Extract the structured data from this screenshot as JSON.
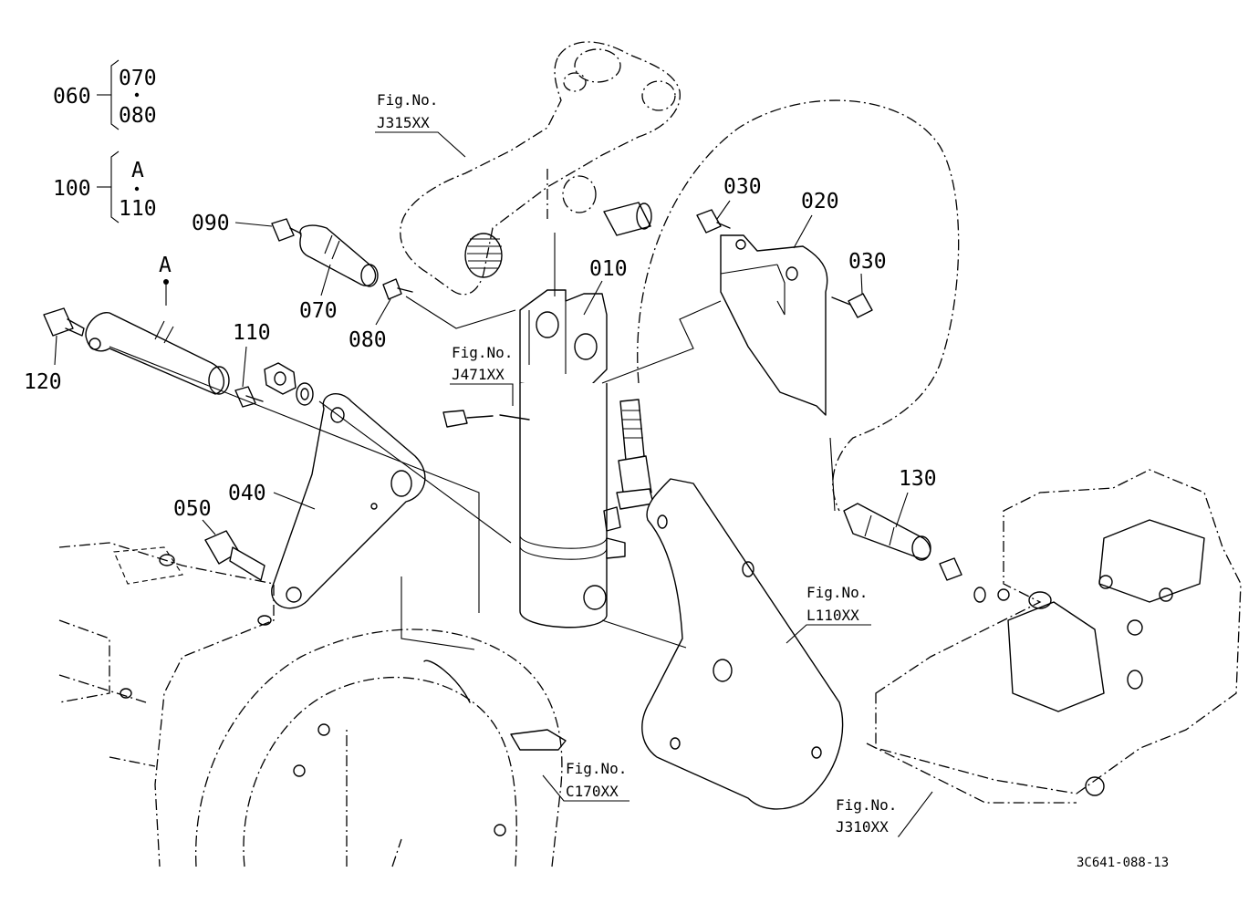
{
  "legend": {
    "group_060": {
      "number": "060",
      "members": [
        "070",
        "080"
      ]
    },
    "group_100": {
      "number": "100",
      "members": [
        "A",
        "110"
      ]
    }
  },
  "part_labels": {
    "p010": "010",
    "p020": "020",
    "p030a": "030",
    "p030b": "030",
    "p040": "040",
    "p050": "050",
    "p070": "070",
    "p080": "080",
    "p090": "090",
    "p110": "110",
    "p120": "120",
    "p130": "130",
    "pA": "A"
  },
  "figure_refs": [
    {
      "caption": "Fig.No.",
      "code": "J315XX"
    },
    {
      "caption": "Fig.No.",
      "code": "J471XX"
    },
    {
      "caption": "Fig.No.",
      "code": "L110XX"
    },
    {
      "caption": "Fig.No.",
      "code": "C170XX"
    },
    {
      "caption": "Fig.No.",
      "code": "J310XX"
    }
  ],
  "drawing_number": "3C641-088-13"
}
